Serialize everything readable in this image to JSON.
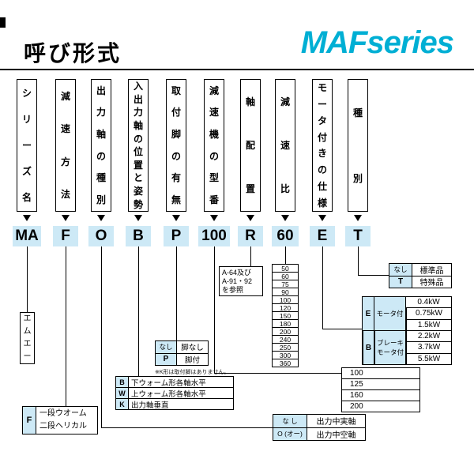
{
  "colors": {
    "accent_cyan": "#00AFD4",
    "code_bg": "#CDE9F6"
  },
  "header": {
    "title": "呼び形式",
    "logo": "MAFseries"
  },
  "columns": [
    {
      "label": "シリーズ名",
      "code": "MA"
    },
    {
      "label": "減速方法",
      "code": "F"
    },
    {
      "label": "出力軸の種別",
      "code": "O"
    },
    {
      "label": "入出力軸の位置と姿勢",
      "code": "B"
    },
    {
      "label": "取付脚の有無",
      "code": "P"
    },
    {
      "label": "減速機の型番",
      "code": "100"
    },
    {
      "label": "軸配置",
      "code": "R"
    },
    {
      "label": "減速比",
      "code": "60"
    },
    {
      "label": "モータ付きの仕様",
      "code": "E"
    },
    {
      "label": "種別",
      "code": "T"
    }
  ],
  "series_note": "エムエー",
  "reduction_method": {
    "code": "F",
    "line1": "一段ウオーム",
    "line2": "二段ヘリカル"
  },
  "output_shaft": {
    "rows": [
      {
        "code": "な し",
        "desc": "出力中実軸"
      },
      {
        "code": "O (オー)",
        "desc": "出力中空軸"
      }
    ]
  },
  "shaft_position": {
    "rows": [
      {
        "code": "B",
        "desc": "下ウォーム形各軸水平"
      },
      {
        "code": "W",
        "desc": "上ウォーム形各軸水平"
      },
      {
        "code": "K",
        "desc": "出力軸垂直"
      }
    ]
  },
  "mounting_legs": {
    "rows": [
      {
        "code": "なし",
        "desc": "脚なし"
      },
      {
        "code": "P",
        "desc": "脚付"
      }
    ],
    "note": "※K形は取付脚はありません。"
  },
  "frame_sizes": {
    "rows": [
      "100",
      "125",
      "160",
      "200"
    ]
  },
  "shaft_arrangement_ref": {
    "line1": "A-64及び",
    "line2": "A-91・92",
    "line3": "を参照"
  },
  "ratios": {
    "rows": [
      "50",
      "60",
      "75",
      "90",
      "100",
      "120",
      "150",
      "180",
      "200",
      "240",
      "250",
      "300",
      "360"
    ]
  },
  "motor_spec": {
    "groups": [
      {
        "code": "E",
        "desc": "モータ付",
        "kw": [
          "0.4kW",
          "0.75kW",
          "1.5kW"
        ]
      },
      {
        "code": "B",
        "desc": "ブレーキモータ付",
        "kw": [
          "2.2kW",
          "3.7kW",
          "5.5kW"
        ]
      }
    ]
  },
  "type_spec": {
    "rows": [
      {
        "code": "なし",
        "desc": "標準品"
      },
      {
        "code": "T",
        "desc": "特殊品"
      }
    ]
  }
}
